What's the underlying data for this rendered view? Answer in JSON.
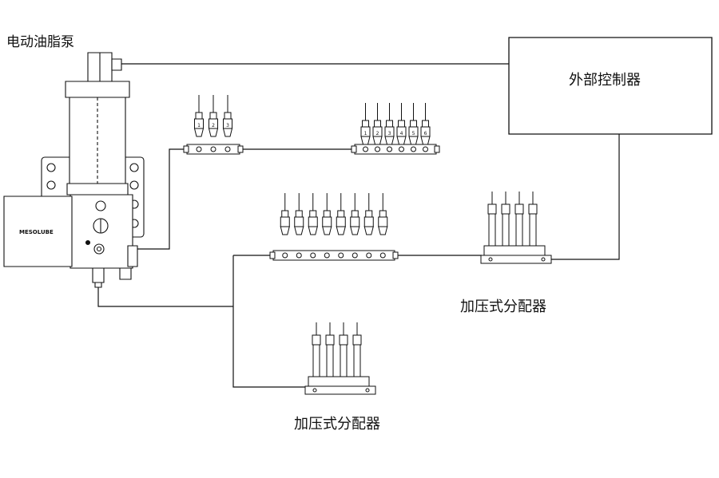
{
  "labels": {
    "pump": "电动油脂泵",
    "controller": "外部控制器",
    "distributor_right": "加压式分配器",
    "distributor_bottom": "加压式分配器",
    "brand": "MESOLUBE"
  },
  "divider_top_left": {
    "outlets": [
      "1",
      "2",
      "3"
    ]
  },
  "divider_top_right": {
    "outlets": [
      "1",
      "2",
      "3",
      "4",
      "5",
      "6"
    ]
  },
  "colors": {
    "line": "#111111",
    "background": "#ffffff"
  }
}
